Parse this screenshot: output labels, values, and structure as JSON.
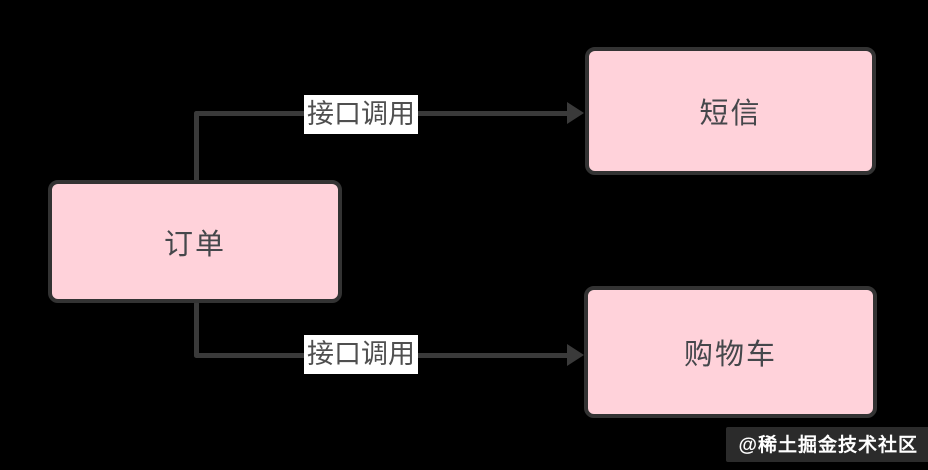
{
  "diagram": {
    "type": "flow-diagram",
    "nodes": [
      {
        "id": "order",
        "label": "订单"
      },
      {
        "id": "sms",
        "label": "短信"
      },
      {
        "id": "cart",
        "label": "购物车"
      }
    ],
    "edges": [
      {
        "from": "order",
        "to": "sms",
        "label": "接口调用",
        "direction": "up-then-right",
        "arrow": "arrowhead-right"
      },
      {
        "from": "order",
        "to": "cart",
        "label": "接口调用",
        "direction": "down-then-right",
        "arrow": "arrowhead-right"
      }
    ]
  },
  "watermark": {
    "text": "@稀土掘金技术社区"
  },
  "colors": {
    "background": "#000000",
    "node_fill": "#ffd2da",
    "node_border": "#333333",
    "node_text": "#45474b",
    "line": "#3a3a3a",
    "label_bg": "#ffffff",
    "label_text": "#4f4f4f",
    "watermark_text": "#ffffff"
  }
}
